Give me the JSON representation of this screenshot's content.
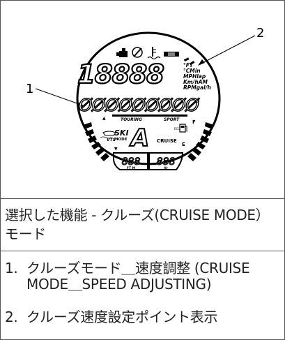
{
  "figure": {
    "callouts": [
      "1",
      "2"
    ],
    "display_digits": "18888",
    "units": [
      "°FT",
      "°CMin",
      "MPHlap",
      "Km/hAM",
      "RPMgal/h"
    ],
    "alpha_display": "ØØØØØØØØØ",
    "degree": "o",
    "mode_labels": {
      "touring": "TOURING",
      "sport": "SPORT"
    },
    "ski": "SKI",
    "ski_mode": "MODE",
    "vts": "VTS",
    "gear": "A",
    "cruise": "CRUISE",
    "eco": "ECO",
    "fuel_f": "F",
    "fuel_e": "E",
    "trim_up": "▲",
    "trim_down": "▼",
    "bottom_left_digits": "888",
    "bottom_left_unit": "FT M",
    "bottom_right_digits": "888",
    "bottom_right_unit": "Hr"
  },
  "caption": "選択した機能 - クルーズ(CRUISE MODE）モード",
  "list": [
    {
      "num": "1.",
      "text": "クルーズモード＿速度調整 (CRUISE MODE＿SPEED ADJUSTING)"
    },
    {
      "num": "2.",
      "text": "クルーズ速度設定ポイント表示"
    }
  ]
}
